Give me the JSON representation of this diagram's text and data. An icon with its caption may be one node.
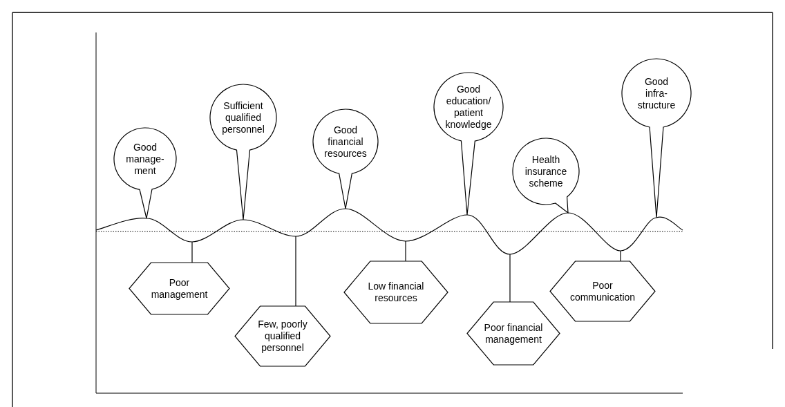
{
  "diagram": {
    "nodes": [
      {
        "text": [
          "Good manage- ment"
        ]
      },
      {
        "text": [
          "Sufficient qualified personnel"
        ]
      },
      {
        "text": [
          "Good financial resources"
        ]
      },
      {
        "text": [
          "Good education/ patient knowledge"
        ]
      },
      {
        "text": [
          "Health insurance scheme"
        ]
      },
      {
        "text": [
          "Good infra- structure"
        ]
      },
      {
        "text": [
          "Poor management"
        ]
      },
      {
        "text": [
          "Few, poorly qualified personnel"
        ]
      },
      {
        "text": [
          "Low financial resources"
        ]
      },
      {
        "text": [
          "Poor financial management"
        ]
      },
      {
        "text": [
          "Poor communication"
        ]
      },
      {
        "text": [],
        "shape": "curve"
      }
    ],
    "edges": [
      {
        "from": 6,
        "to": 11,
        "arrow": "none"
      },
      {
        "from": 7,
        "to": 11,
        "arrow": "none"
      },
      {
        "from": 8,
        "to": 11,
        "arrow": "none"
      },
      {
        "from": 9,
        "to": 11,
        "arrow": "none"
      },
      {
        "from": 10,
        "to": 11,
        "arrow": "none"
      }
    ]
  }
}
